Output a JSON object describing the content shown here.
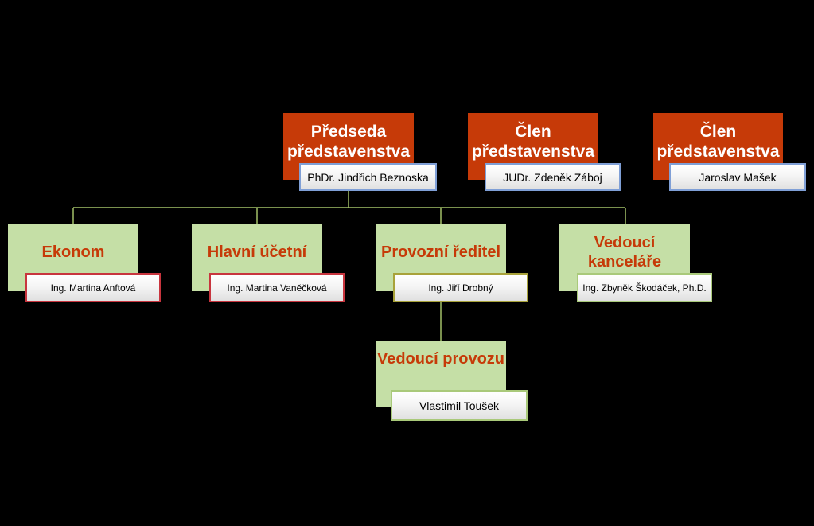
{
  "board": [
    {
      "title": "Předseda představenstva",
      "name": "PhDr. Jindřich Beznoska"
    },
    {
      "title": "Člen představenstva",
      "name": "JUDr. Zdeněk Záboj"
    },
    {
      "title": "Člen představenstva",
      "name": "Jaroslav Mašek"
    }
  ],
  "departments": [
    {
      "title": "Ekonom",
      "name": "Ing. Martina Anftová"
    },
    {
      "title": "Hlavní účetní",
      "name": "Ing. Martina Vaněčková"
    },
    {
      "title": "Provozní ředitel",
      "name": "Ing. Jiří Drobný"
    },
    {
      "title": "Vedoucí kanceláře",
      "name": "Ing. Zbyněk Škodáček, Ph.D."
    }
  ],
  "sub": {
    "title": "Vedoucí provozu",
    "name": "Vlastimil Toušek"
  },
  "colors": {
    "board": "#c63a08",
    "department": "#c5dfa6",
    "connector": "#a3c168"
  }
}
